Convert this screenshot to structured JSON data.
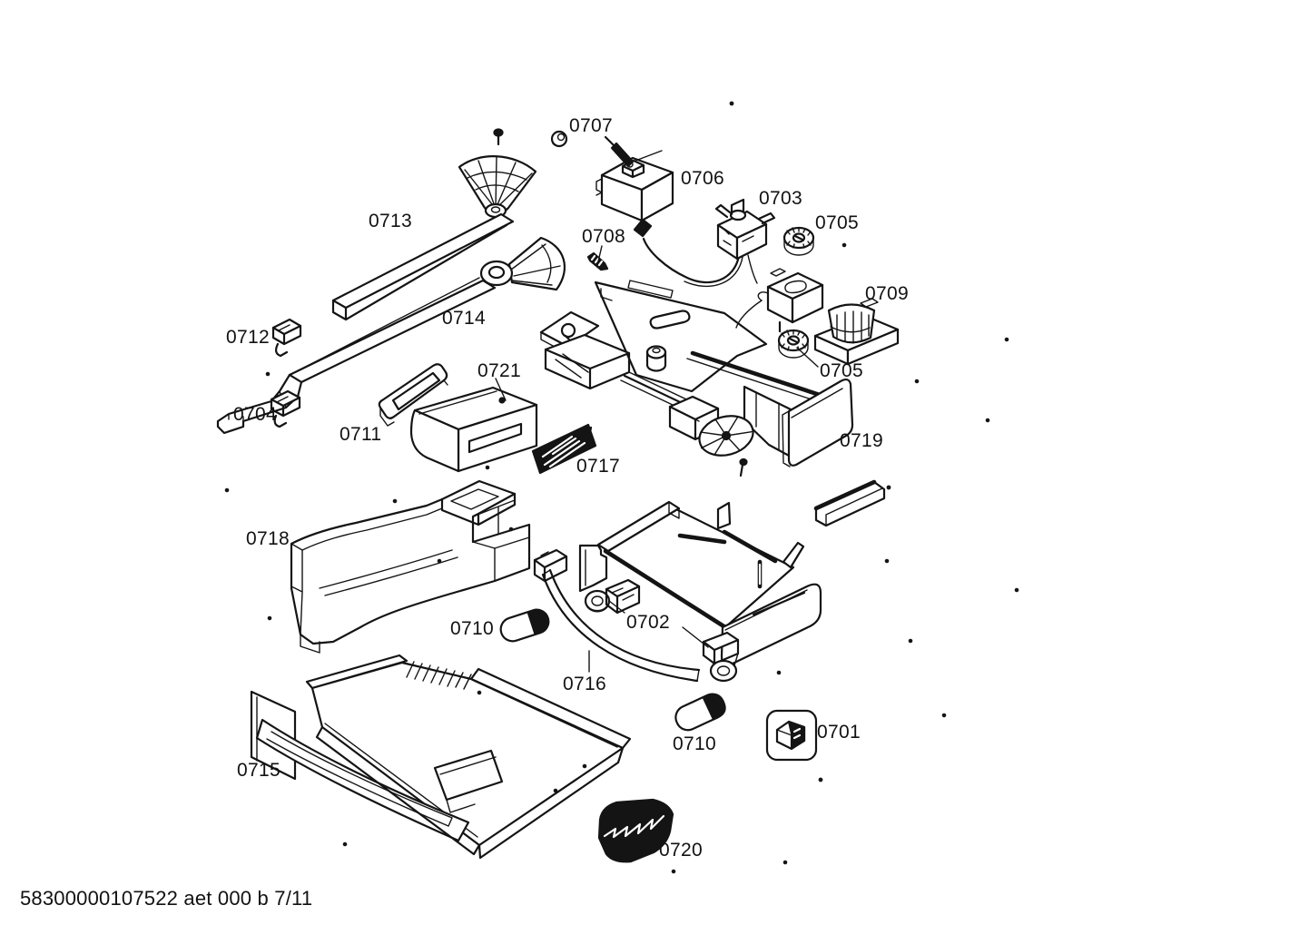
{
  "page": {
    "background": "#ffffff",
    "ink": "#141414"
  },
  "footer": {
    "doc_code": "58300000107522 aet 000 b 7/11"
  },
  "diagram": {
    "type": "exploded-parts-diagram",
    "callouts": [
      {
        "id": "0707",
        "text": "0707"
      },
      {
        "id": "0706",
        "text": "0706"
      },
      {
        "id": "0703",
        "text": "0703"
      },
      {
        "id": "0705-top",
        "text": "0705"
      },
      {
        "id": "0713",
        "text": "0713"
      },
      {
        "id": "0708",
        "text": "0708"
      },
      {
        "id": "0709",
        "text": "0709"
      },
      {
        "id": "0714",
        "text": "0714"
      },
      {
        "id": "0712",
        "text": "0712"
      },
      {
        "id": "0721",
        "text": "0721"
      },
      {
        "id": "0705-bottom",
        "text": "0705"
      },
      {
        "id": "0704",
        "text": "0704"
      },
      {
        "id": "0711",
        "text": "0711"
      },
      {
        "id": "0719",
        "text": "0719"
      },
      {
        "id": "0717",
        "text": "0717"
      },
      {
        "id": "0718",
        "text": "0718"
      },
      {
        "id": "0702",
        "text": "0702"
      },
      {
        "id": "0710-left",
        "text": "0710"
      },
      {
        "id": "0716",
        "text": "0716"
      },
      {
        "id": "0710-bottom",
        "text": "0710"
      },
      {
        "id": "0701",
        "text": "0701"
      },
      {
        "id": "0715",
        "text": "0715"
      },
      {
        "id": "0720",
        "text": "0720"
      }
    ]
  }
}
